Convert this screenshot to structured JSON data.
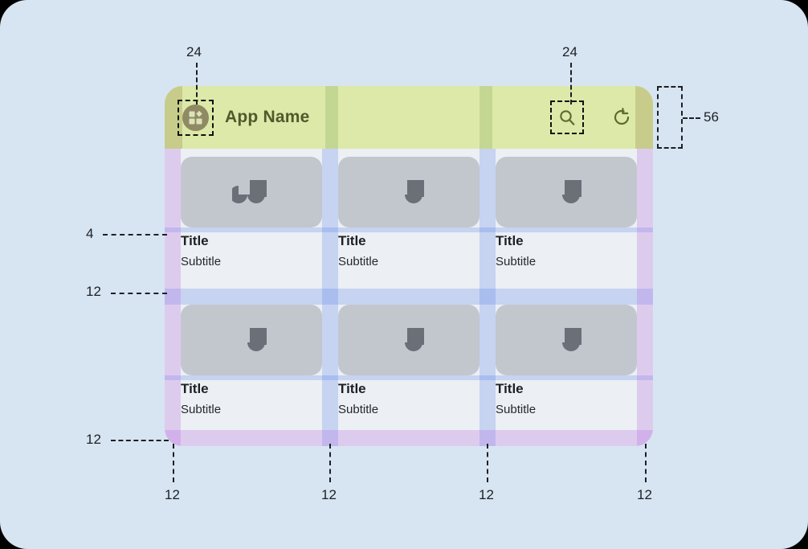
{
  "canvas": {
    "background_color": "#d7e5f2",
    "frame_background_color": "#000000"
  },
  "app": {
    "appbar": {
      "title": "App Name",
      "background_color": "#dde9a8",
      "title_color": "#4e5a2b",
      "height_label": "56",
      "menu_icon": "apps-grid-icon",
      "search_icon": "search-icon",
      "refresh_icon": "refresh-icon",
      "icon_touch_size_label": "24"
    },
    "grid": {
      "columns": 3,
      "rows": 2,
      "card_image_icon": "image-placeholder-icon",
      "cards": [
        {
          "title": "Title",
          "subtitle": "Subtitle"
        },
        {
          "title": "Title",
          "subtitle": "Subtitle"
        },
        {
          "title": "Title",
          "subtitle": "Subtitle"
        },
        {
          "title": "Title",
          "subtitle": "Subtitle"
        },
        {
          "title": "Title",
          "subtitle": "Subtitle"
        },
        {
          "title": "Title",
          "subtitle": "Subtitle"
        }
      ]
    }
  },
  "annotations": {
    "menu_icon_size": "24",
    "search_icon_size": "24",
    "appbar_height": "56",
    "image_to_title_gap": "4",
    "row_gap": "12",
    "bottom_padding": "12",
    "left_padding": "12",
    "column_gutter_1": "12",
    "column_gutter_2": "12",
    "right_padding": "12"
  },
  "colors": {
    "appbar_green": "#dde9a8",
    "padding_violet": "#b978e6",
    "gutter_blue": "#5a82eb",
    "card_grey": "#c2c7ce",
    "icon_grey": "#6a6f78",
    "canvas_blue": "#d7e5f2"
  }
}
